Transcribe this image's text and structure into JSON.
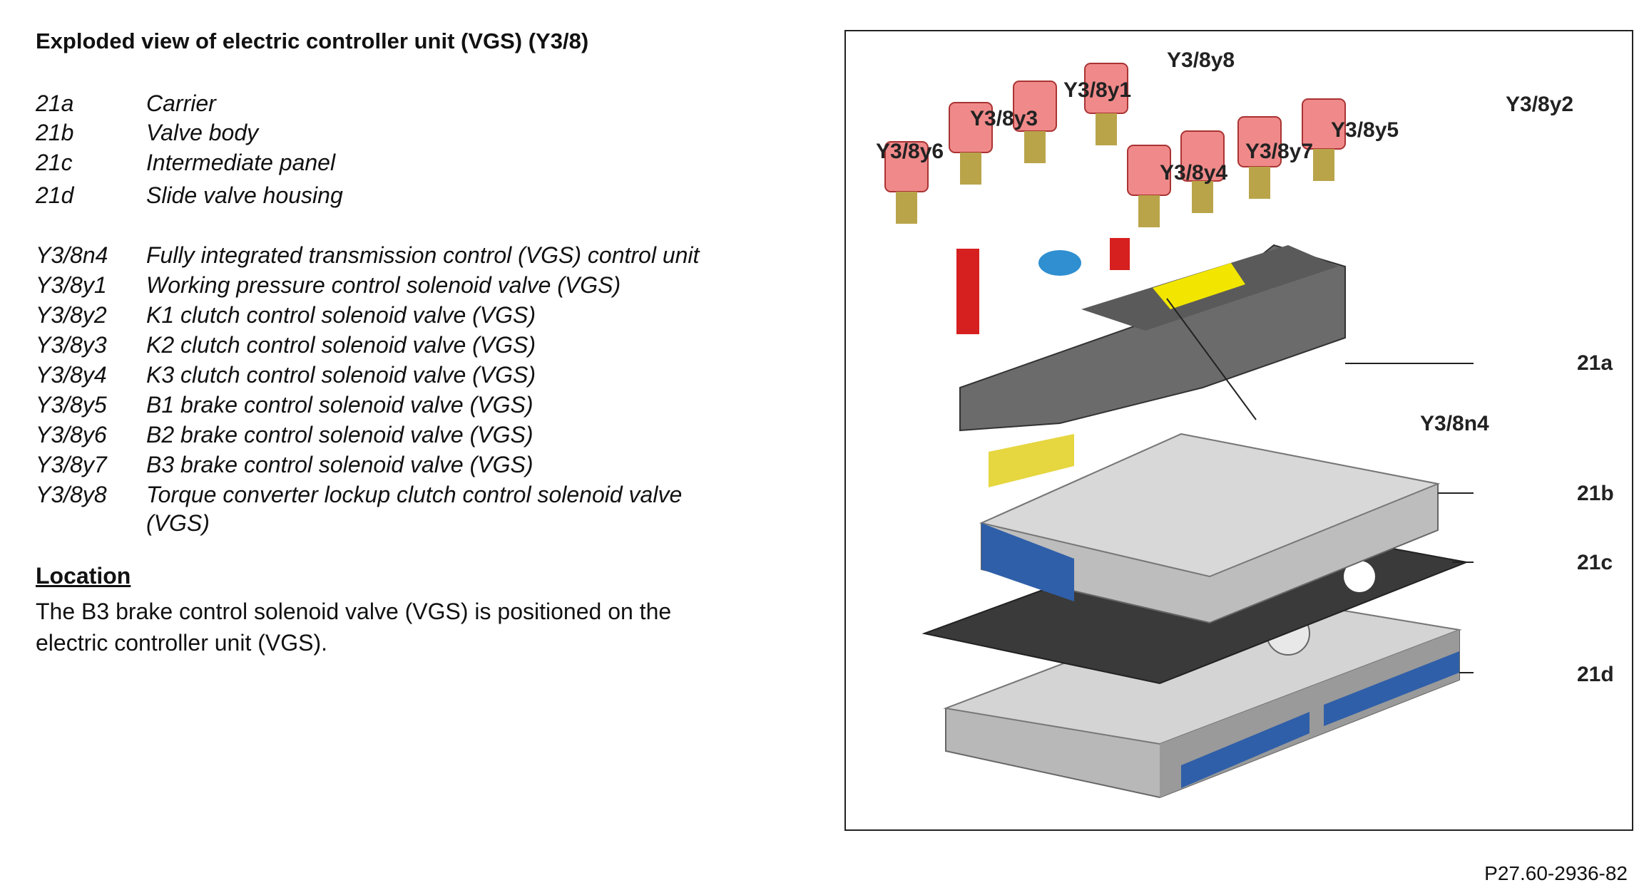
{
  "title": "Exploded view of electric controller unit (VGS) (Y3/8)",
  "legend": [
    {
      "code": "21a",
      "desc": "Carrier"
    },
    {
      "code": "21b",
      "desc": "Valve body"
    },
    {
      "code": "21c",
      "desc": "Intermediate panel"
    },
    {
      "code": "21d",
      "desc": "Slide valve housing"
    },
    {
      "code": "Y3/8n4",
      "desc": "Fully integrated transmission control (VGS) control unit"
    },
    {
      "code": "Y3/8y1",
      "desc": "Working pressure control solenoid valve (VGS)"
    },
    {
      "code": "Y3/8y2",
      "desc": "K1 clutch control solenoid valve (VGS)"
    },
    {
      "code": "Y3/8y3",
      "desc": "K2 clutch control solenoid valve (VGS)"
    },
    {
      "code": "Y3/8y4",
      "desc": "K3 clutch control solenoid valve (VGS)"
    },
    {
      "code": "Y3/8y5",
      "desc": "B1 brake control solenoid valve (VGS)"
    },
    {
      "code": "Y3/8y6",
      "desc": "B2 brake control solenoid valve (VGS)"
    },
    {
      "code": "Y3/8y7",
      "desc": "B3 brake control solenoid valve (VGS)"
    },
    {
      "code": "Y3/8y8",
      "desc": "Torque converter lockup clutch control solenoid valve (VGS)"
    }
  ],
  "location": {
    "heading": "Location",
    "text": "The B3 brake control solenoid valve (VGS) is positioned on the electric controller unit (VGS)."
  },
  "figure": {
    "labels": {
      "y8": "Y3/8y8",
      "y1": "Y3/8y1",
      "y3": "Y3/8y3",
      "y6": "Y3/8y6",
      "y4": "Y3/8y4",
      "y7": "Y3/8y7",
      "y5": "Y3/8y5",
      "y2": "Y3/8y2",
      "n4": "Y3/8n4",
      "a": "21a",
      "b": "21b",
      "c": "21c",
      "d": "21d"
    },
    "figure_id": "P27.60-2936-82"
  }
}
